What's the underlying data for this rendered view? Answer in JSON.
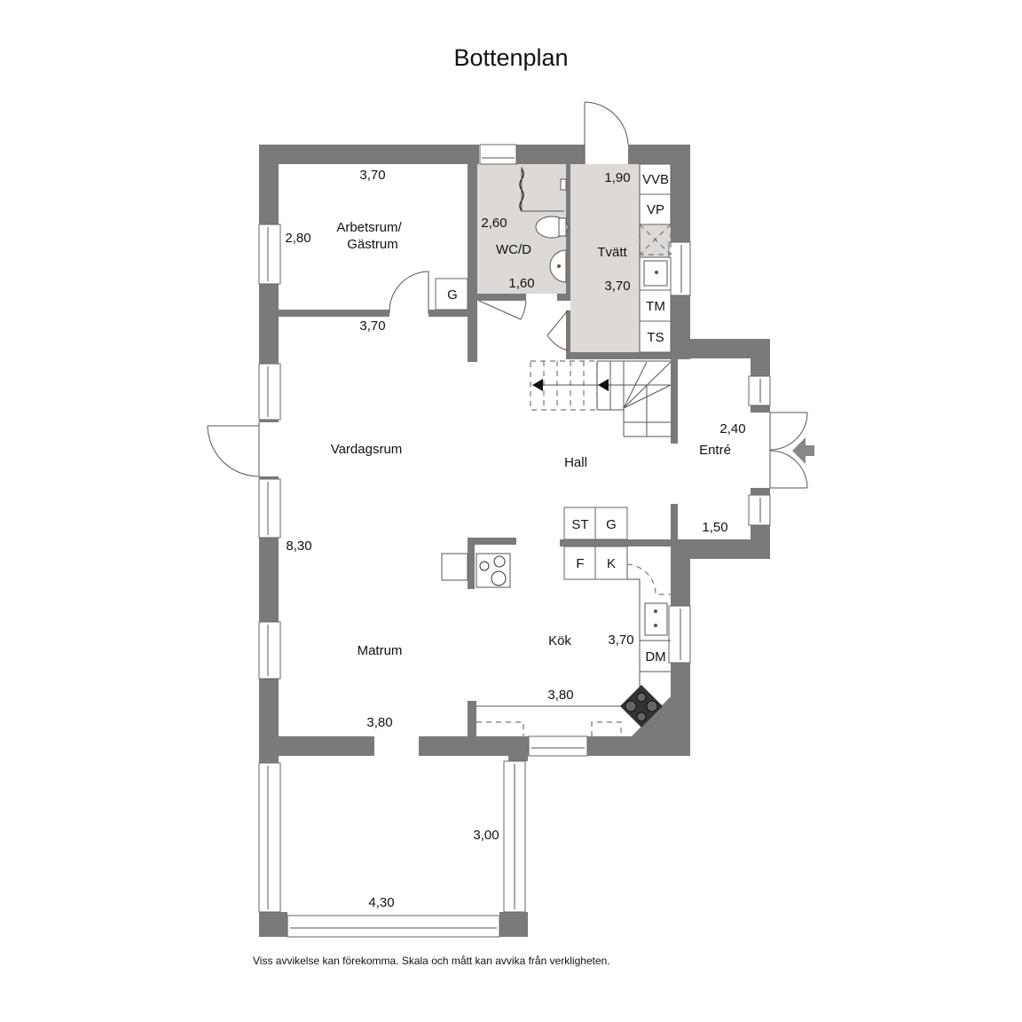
{
  "title": "Bottenplan",
  "footer": "Viss avvikelse kan förekomma. Skala och mått kan avvika från verkligheten.",
  "colors": {
    "wall": "#7a7a7a",
    "wet_room_floor": "#dcd9d6",
    "background": "#ffffff",
    "entrance_arrow": "#888888"
  },
  "rooms": {
    "arbetsrum": {
      "name_line1": "Arbetsrum/",
      "name_line2": "Gästrum",
      "dim_top": "3,70",
      "dim_side": "2,80",
      "dim_bottom": "3,70"
    },
    "wc": {
      "name": "WC/D",
      "dim_side": "2,60",
      "dim_bottom": "1,60"
    },
    "tvatt": {
      "name": "Tvätt",
      "dim_top": "1,90",
      "dim_side": "3,70"
    },
    "vardagsrum": {
      "name": "Vardagsrum",
      "dim_side": "8,30"
    },
    "hall": {
      "name": "Hall"
    },
    "entre": {
      "name": "Entré",
      "dim_top": "2,40",
      "dim_bottom": "1,50"
    },
    "kok": {
      "name": "Kök",
      "dim_side": "3,70",
      "dim_bottom": "3,80"
    },
    "matrum": {
      "name": "Matrum",
      "dim_bottom": "3,80"
    },
    "uterum": {
      "dim_side": "3,00",
      "dim_bottom": "4,30"
    }
  },
  "fixtures": {
    "g_closet_arbetsrum": "G",
    "vvb": "VVB",
    "vp": "VP",
    "tm": "TM",
    "ts": "TS",
    "st": "ST",
    "g_hall": "G",
    "f": "F",
    "k": "K",
    "dm": "DM"
  }
}
